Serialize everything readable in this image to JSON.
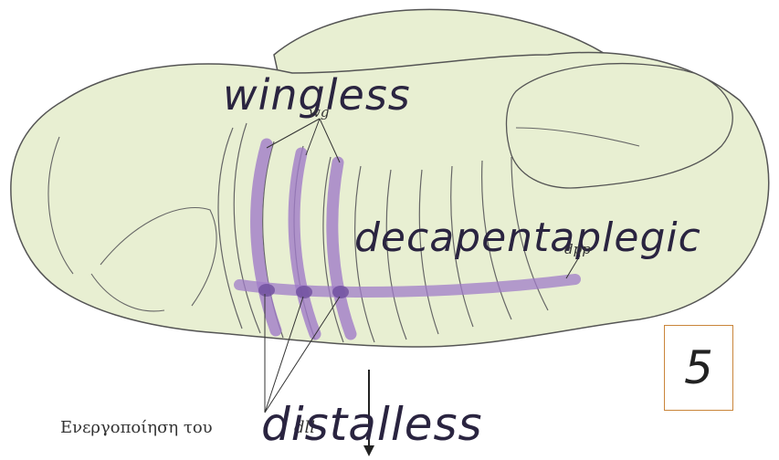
{
  "labels": {
    "wingless": "wingless",
    "wg": "wg",
    "decapentaplegic": "decapentaplegic",
    "dpp": "dpp",
    "distalless": "distalless",
    "greek_caption": "Ενεργοποίηση του",
    "dll": "dll"
  },
  "page_number": "5",
  "colors": {
    "embryo_fill": "#e8efd2",
    "embryo_outline": "#555555",
    "stripe_purple": "#a07cc8",
    "stripe_dark": "#6b4b99"
  }
}
